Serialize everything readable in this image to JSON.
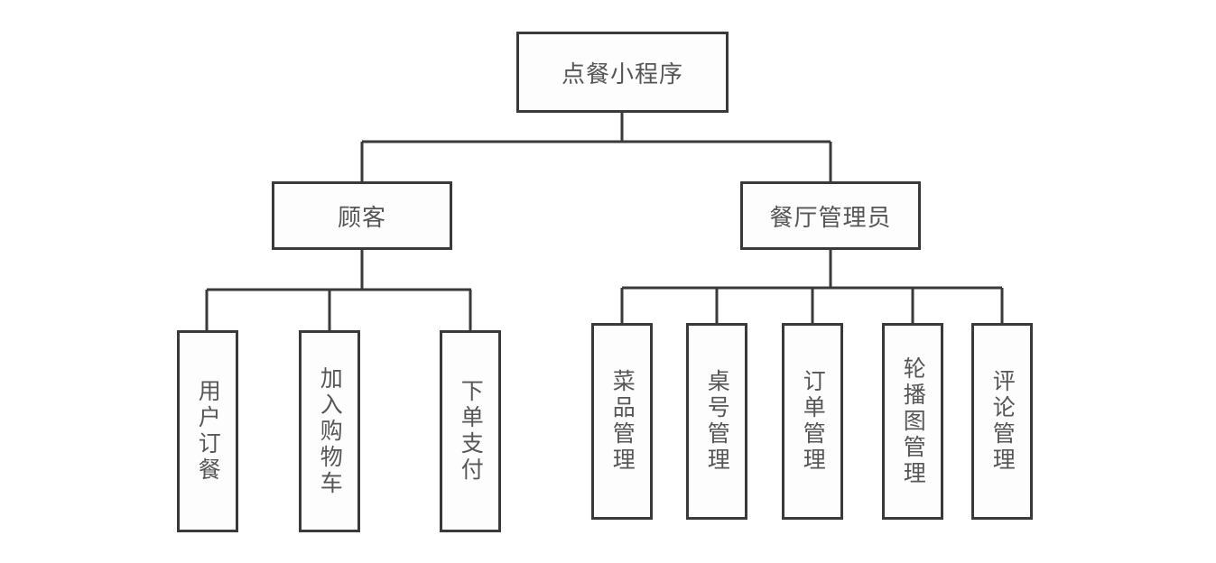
{
  "diagram": {
    "type": "tree",
    "title_node": "点餐小程序",
    "orientation": "top-down",
    "background_color": "#ffffff",
    "line_color": "#3a3a3a",
    "text_color": "#565656",
    "root": {
      "label": "点餐小程序",
      "children": [
        {
          "label": "顾客",
          "children": [
            {
              "label": "用户订餐"
            },
            {
              "label": "加入购物车"
            },
            {
              "label": "下单支付"
            }
          ]
        },
        {
          "label": "餐厅管理员",
          "children": [
            {
              "label": "菜品管理"
            },
            {
              "label": "桌号管理"
            },
            {
              "label": "订单管理"
            },
            {
              "label": "轮播图管理"
            },
            {
              "label": "评论管理"
            }
          ]
        }
      ]
    },
    "nodes": {
      "root": "点餐小程序",
      "level2": [
        "顾客",
        "餐厅管理员"
      ],
      "customer_leaves": [
        "用户订餐",
        "加入购物车",
        "下单支付"
      ],
      "admin_leaves": [
        "菜品管理",
        "桌号管理",
        "订单管理",
        "轮播图管理",
        "评论管理"
      ]
    }
  }
}
